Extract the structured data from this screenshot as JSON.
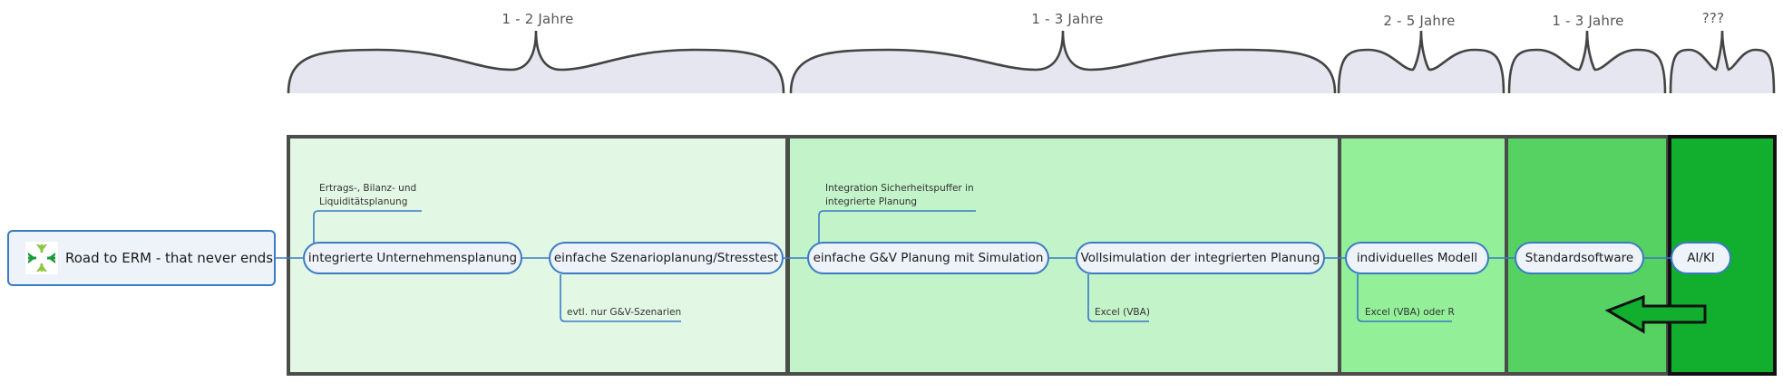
{
  "diagram": {
    "root": {
      "label": "Road to ERM - that never ends",
      "icon": "leaf-arrows-logo-icon"
    },
    "phases": [
      {
        "duration": "1 - 2 Jahre",
        "color": "#e2f8e4"
      },
      {
        "duration": "1 - 3 Jahre",
        "color": "#c3f3c8"
      },
      {
        "duration": "2 - 5 Jahre",
        "color": "#93ef98"
      },
      {
        "duration": "1 - 3 Jahre",
        "color": "#55d262"
      },
      {
        "duration": "???",
        "color": "#12ae2e"
      }
    ],
    "nodes": [
      {
        "label": "integrierte Unternehmensplanung"
      },
      {
        "label": "einfache Szenarioplanung/Stresstest"
      },
      {
        "label": "einfache G&V Planung mit Simulation"
      },
      {
        "label": "Vollsimulation der integrierten Planung"
      },
      {
        "label": "individuelles Modell"
      },
      {
        "label": "Standardsoftware"
      },
      {
        "label": "AI/KI"
      }
    ],
    "notes": [
      {
        "line1": "Ertrags-, Bilanz- und",
        "line2": "Liquiditätsplanung"
      },
      {
        "line1": "evtl. nur G&V-Szenarien"
      },
      {
        "line1": "Integration Sicherheitspuffer in",
        "line2": "integrierte Planung"
      },
      {
        "line1": "Excel (VBA)"
      },
      {
        "line1": "Excel (VBA) oder R"
      }
    ],
    "brace_fill": "#e6e6f0",
    "connector_color": "#3a7bc4",
    "arrow": {
      "direction": "left",
      "meaning": "AI/KI feeds back into Standardsoftware"
    }
  }
}
